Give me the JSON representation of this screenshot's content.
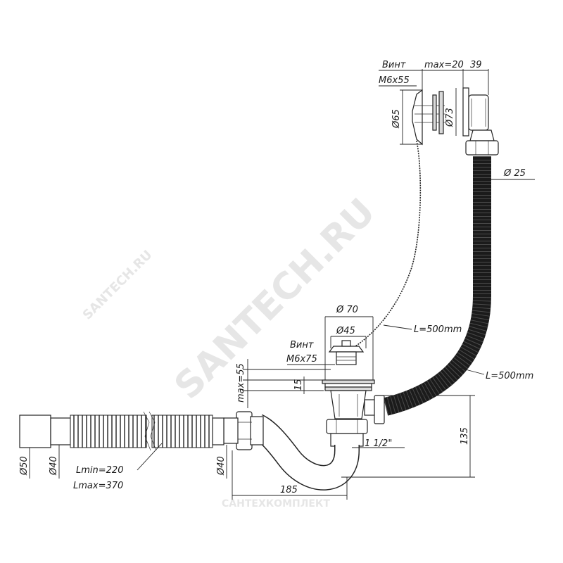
{
  "watermark": {
    "site": "SANTECH.RU",
    "site_small": "SANTECH.RU",
    "footer": "САНТЕХКОМПЛЕКТ"
  },
  "labels": {
    "screw_top": "Винт",
    "screw_top_size": "M6x55",
    "max20": "max=20",
    "dim39": "39",
    "d65": "Ø65",
    "d73": "Ø73",
    "d25": "Ø 25",
    "d70": "Ø 70",
    "d45": "Ø45",
    "chain_len": "L=500mm",
    "hose_len": "L=500mm",
    "screw_bottom": "Винт",
    "screw_bottom_size": "M6x75",
    "max55": "max=55",
    "dim15": "15",
    "d50": "Ø50",
    "d40_left": "Ø40",
    "d40_mid": "Ø40",
    "lmin": "Lmin=220",
    "lmax": "Lmax=370",
    "thread": "1 1/2\"",
    "dim135": "135",
    "dim185": "185"
  }
}
